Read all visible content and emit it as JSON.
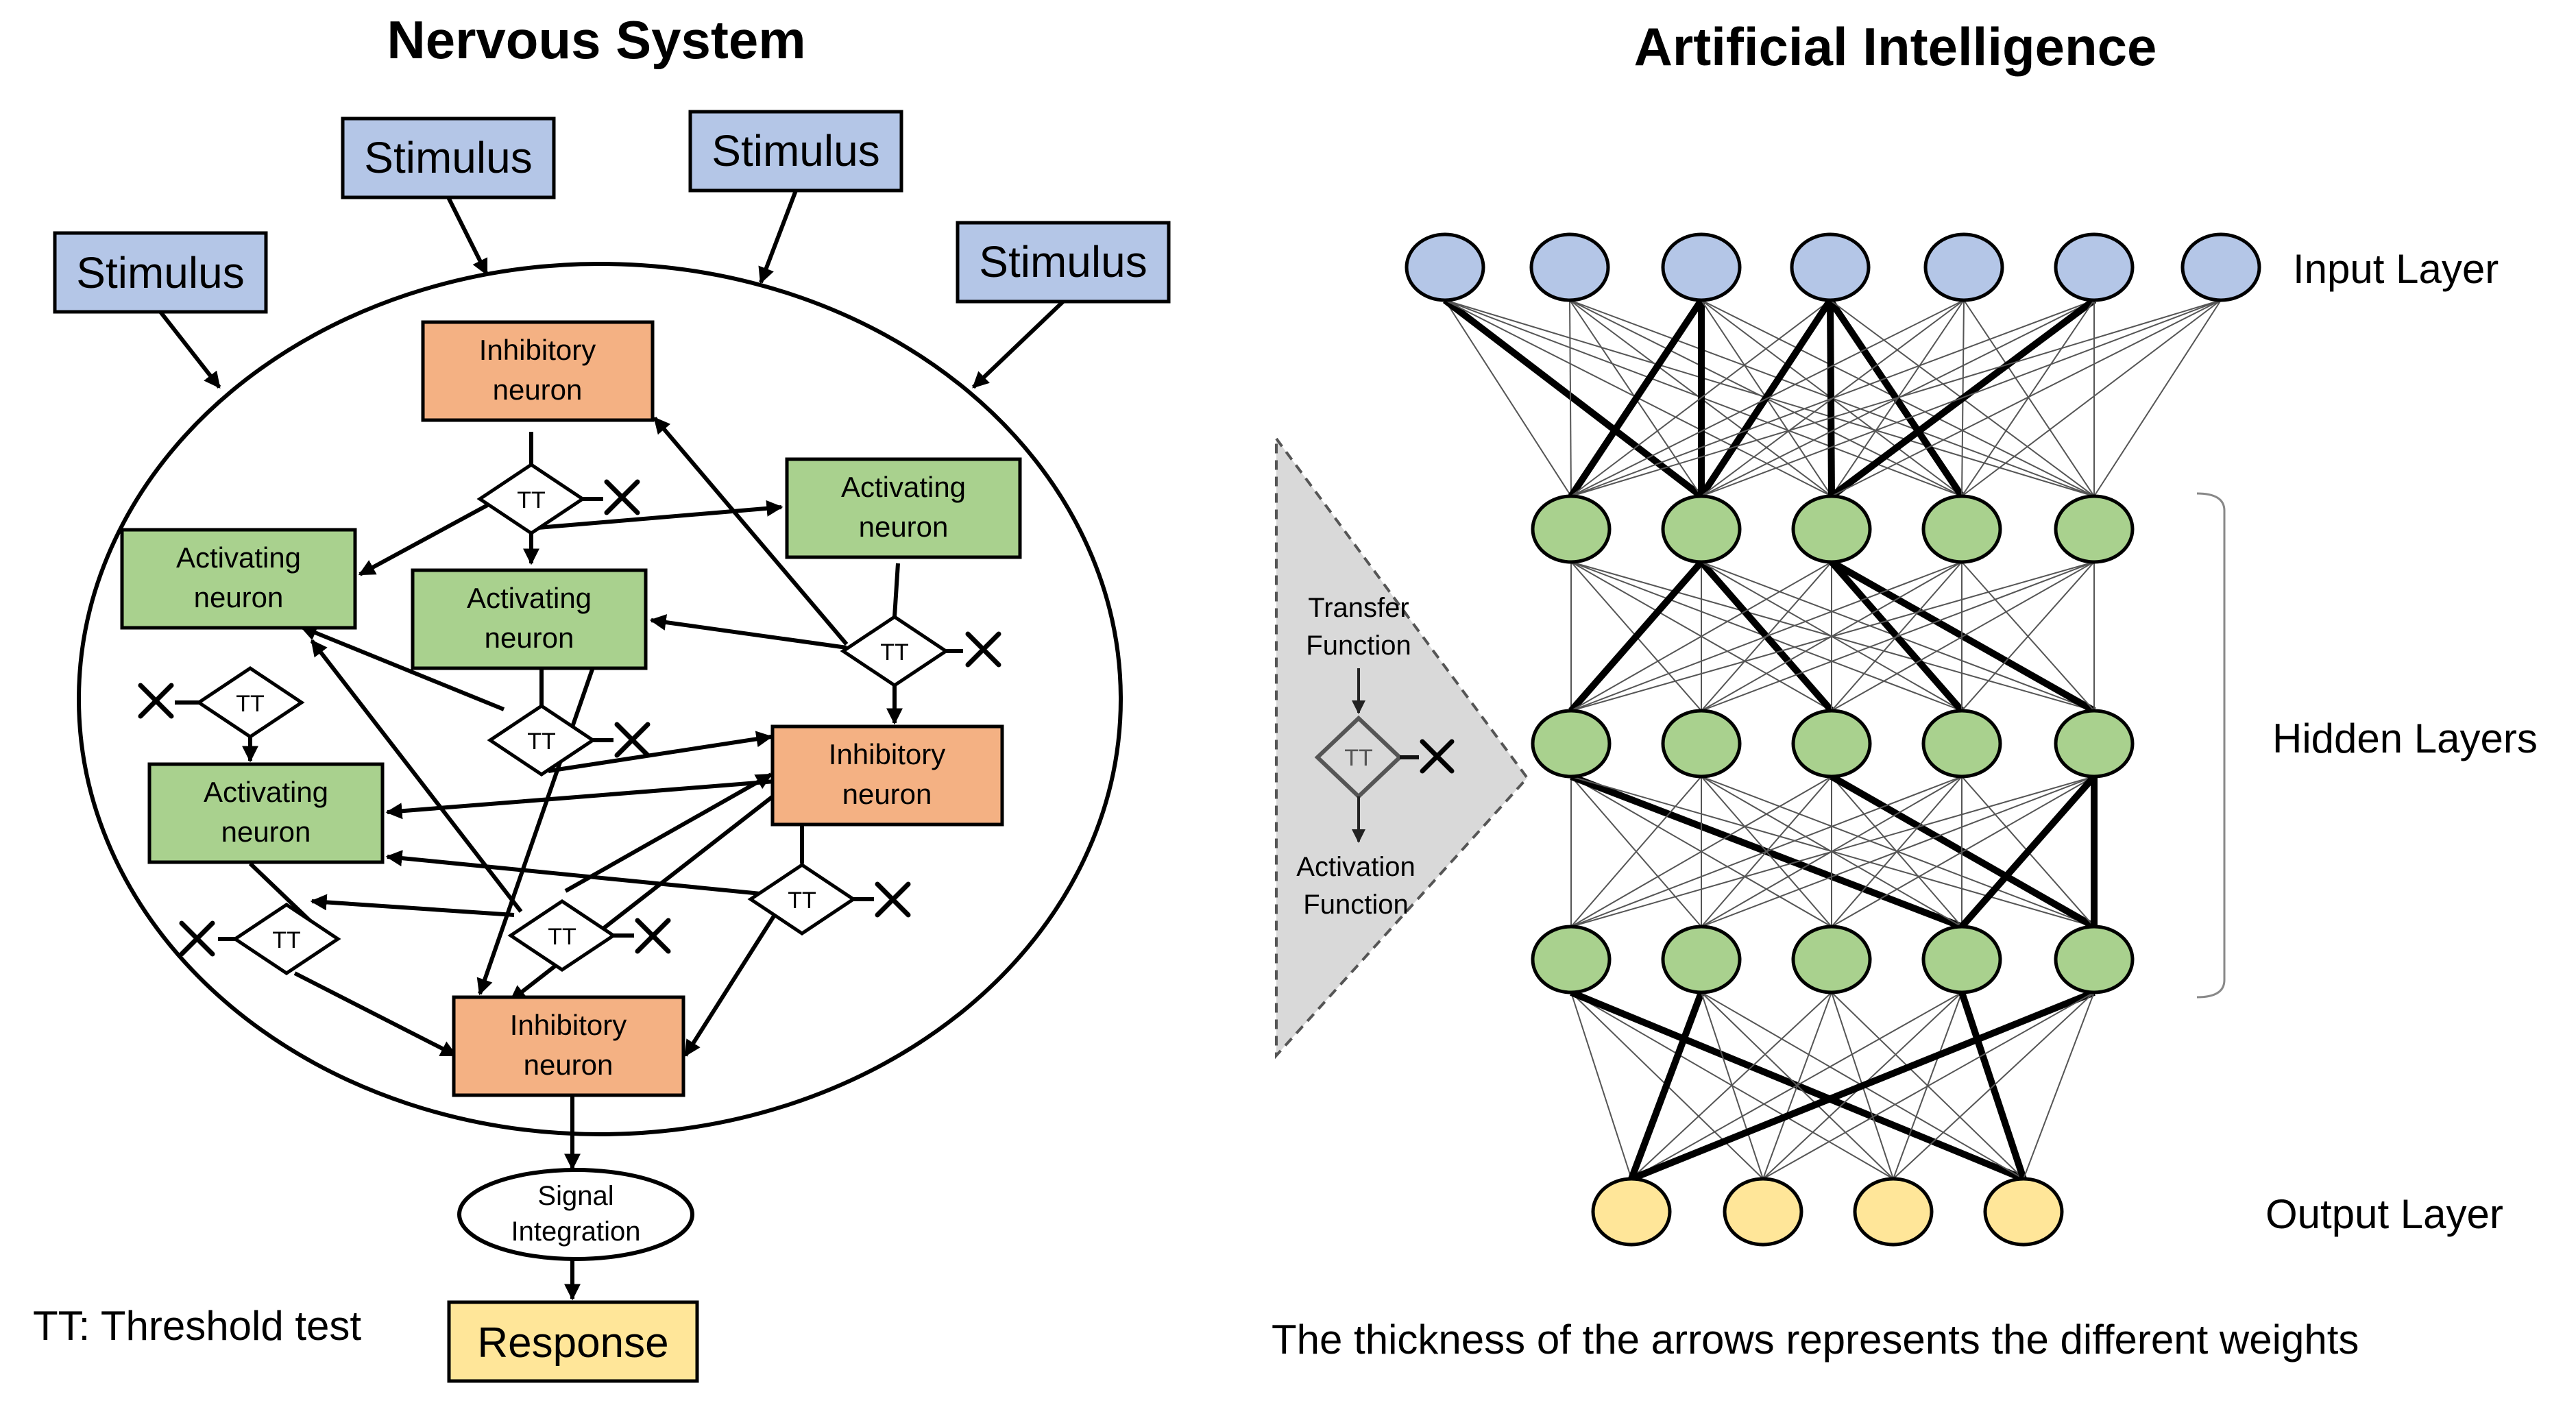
{
  "nervous_system": {
    "title": "Nervous System",
    "stimuli": [
      "Stimulus",
      "Stimulus",
      "Stimulus",
      "Stimulus"
    ],
    "inhibitory_label_line1": "Inhibitory",
    "activating_label_line1": "Activating",
    "neuron_label_line2": "neuron",
    "tt_label": "TT",
    "signal_integration": [
      "Signal",
      "Integration"
    ],
    "response": "Response",
    "legend": "TT: Threshold test"
  },
  "artificial_intelligence": {
    "title": "Artificial Intelligence",
    "input_layer": "Input Layer",
    "hidden_layers": "Hidden Layers",
    "output_layer": "Output Layer",
    "transfer_function": [
      "Transfer",
      "Function"
    ],
    "tt_label": "TT",
    "activation_function": [
      "Activation",
      "Function"
    ],
    "caption": "The thickness of the arrows represents the different weights"
  },
  "colors": {
    "stimulus_blue": "#b4c6e7",
    "inhibitory_orange": "#f4b183",
    "activating_green": "#a9d18e",
    "response_yellow": "#ffe699",
    "panel_gray": "#d9d9d9"
  }
}
